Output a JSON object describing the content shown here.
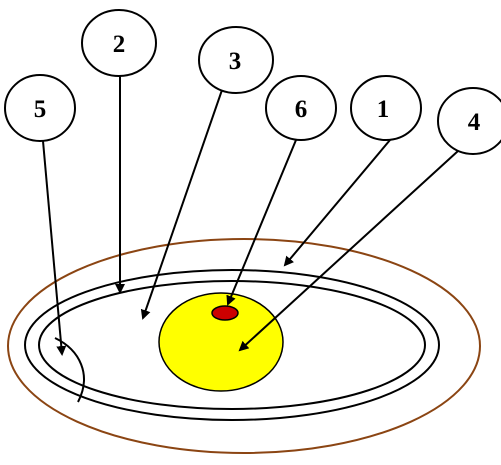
{
  "diagram": {
    "labels": {
      "one": "1",
      "two": "2",
      "three": "3",
      "four": "4",
      "five": "5",
      "six": "6"
    },
    "colors": {
      "outer_ring": "#8B4513",
      "lines": "#000000",
      "yolk_fill": "#FFFF00",
      "germinal_disc_fill": "#CC0000",
      "background": "#FFFFFF"
    }
  }
}
